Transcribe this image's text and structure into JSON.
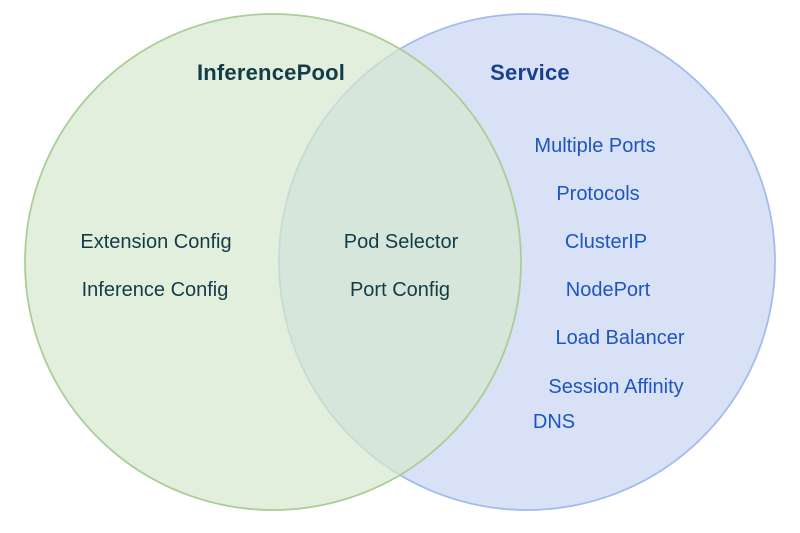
{
  "diagram": {
    "type": "venn",
    "left": {
      "title": "InferencePool",
      "items": [
        "Extension Config",
        "Inference Config"
      ]
    },
    "overlap": {
      "items": [
        "Pod Selector",
        "Port Config"
      ]
    },
    "right": {
      "title": "Service",
      "items": [
        "Multiple Ports",
        "Protocols",
        "ClusterIP",
        "NodePort",
        "Load Balancer",
        "Session Affinity",
        "DNS"
      ]
    },
    "colors": {
      "left_fill": "rgba(215,232,206,0.69)",
      "left_fill_apparent": "#e3efdd",
      "left_stroke": "#a9ce96",
      "right_fill": "#d8e1f5",
      "right_stroke": "#a3bcee",
      "overlap_fill": "#d7e5db",
      "left_text": "#123c48",
      "right_title": "#17418f",
      "right_text": "#1d56c2"
    }
  }
}
